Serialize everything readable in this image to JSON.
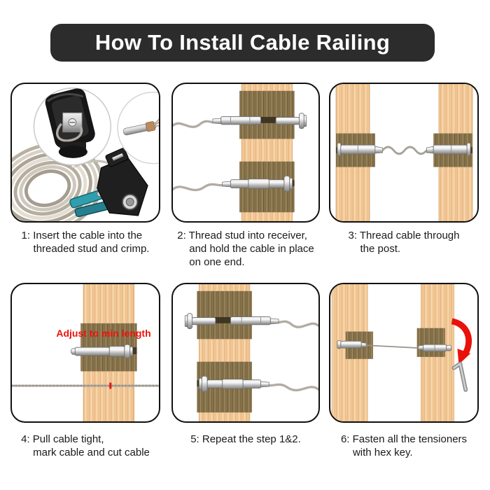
{
  "title": "How To Install Cable Railing",
  "steps": [
    {
      "caption": [
        "1: Insert the cable into the",
        "threaded stud and crimp."
      ]
    },
    {
      "caption": [
        "2: Thread stud into receiver,",
        "and hold the cable in place",
        "on one end."
      ]
    },
    {
      "caption": [
        "3: Thread cable through",
        "the post."
      ]
    },
    {
      "caption": [
        "4: Pull cable tight,",
        "mark cable and cut cable"
      ]
    },
    {
      "caption": [
        "5: Repeat the step 1&2."
      ]
    },
    {
      "caption": [
        "6: Fasten all the tensioners",
        "with hex key."
      ]
    }
  ],
  "labels": {
    "adjust_min_length": "Adjust to min length"
  },
  "colors": {
    "banner_bg": "#2c2c2c",
    "banner_text": "#ffffff",
    "caption_text": "#1a1a1a",
    "accent_red": "#ee1209",
    "wood_light": "#f3cb9b",
    "wood_dark": "#8c7850",
    "metal": "#c4c4c4",
    "cable": "#aaa49b",
    "tool_teal": "#2f9fae",
    "panel_border": "#111111"
  }
}
